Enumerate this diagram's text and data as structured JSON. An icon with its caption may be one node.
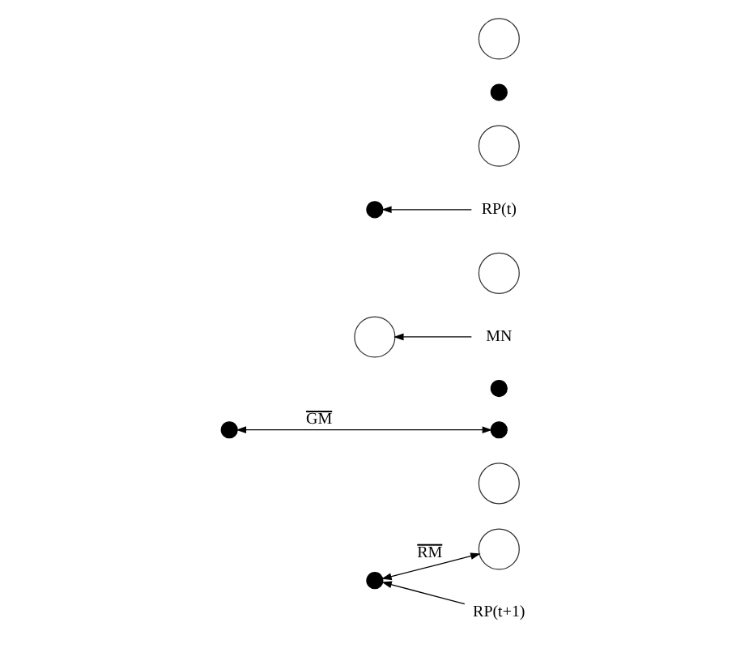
{
  "diagram": {
    "nodes": [
      {
        "text": [],
        "shape": "circle"
      },
      {
        "text": [],
        "shape": "dot"
      },
      {
        "text": [],
        "shape": "circle"
      },
      {
        "text": [],
        "shape": "dot"
      },
      {
        "text": [],
        "shape": "dot"
      },
      {
        "text": [],
        "shape": "circle"
      },
      {
        "text": [],
        "shape": "circle"
      },
      {
        "text": [],
        "shape": "dot"
      },
      {
        "text": [],
        "shape": "dot"
      },
      {
        "text": [],
        "shape": "circle"
      },
      {
        "text": [],
        "shape": "dot"
      },
      {
        "text": [],
        "shape": "circle"
      },
      {
        "text": [
          "RP(t+1)"
        ]
      },
      {
        "text": [
          "MN"
        ]
      },
      {
        "text": [
          "RP(t)"
        ]
      }
    ],
    "edges": [
      {
        "from": 0,
        "to": 1,
        "arrow": "both",
        "label": "RM"
      },
      {
        "from": 12,
        "to": 1,
        "arrow": "to"
      },
      {
        "from": 3,
        "to": 8,
        "arrow": "both",
        "label": "GM"
      },
      {
        "from": 13,
        "to": 5,
        "arrow": "to"
      },
      {
        "from": 14,
        "to": 7,
        "arrow": "to"
      }
    ]
  }
}
